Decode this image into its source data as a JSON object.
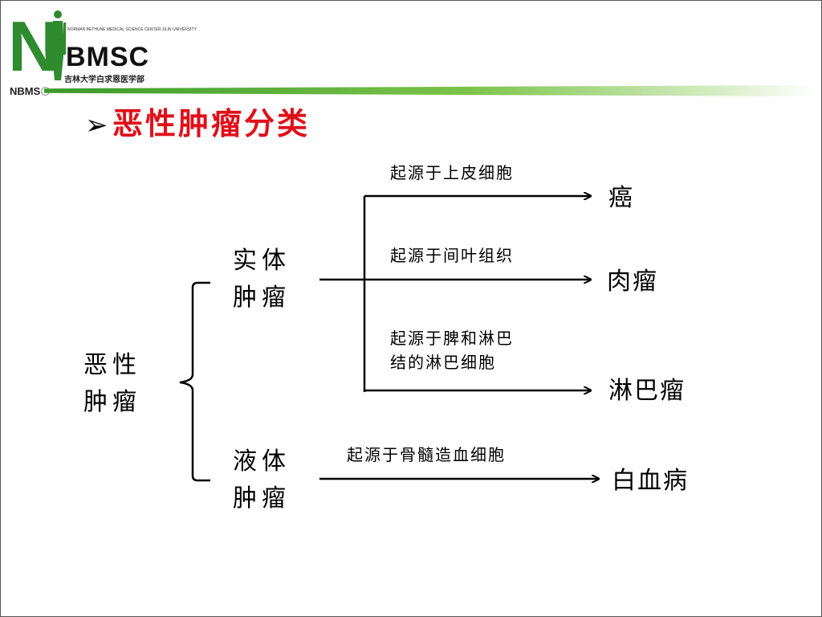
{
  "logo": {
    "letter": "N",
    "brand": "BMSC",
    "tiny_text": "NORMAN BETHUNE MEDICAL SCIENCE CENTER JILIN UNIVERSITY",
    "subtitle": "吉林大学白求恩医学部",
    "small": "NBMS"
  },
  "slide": {
    "bullet": "➢",
    "title": "恶性肿瘤分类"
  },
  "diagram": {
    "root": [
      "恶性",
      "肿瘤"
    ],
    "solid": [
      "实体",
      "肿瘤"
    ],
    "liquid": [
      "液体",
      "肿瘤"
    ],
    "edge_epithelium": "起源于上皮细胞",
    "edge_mesenchyme": "起源于间叶组织",
    "edge_lymph": [
      "起源于脾和淋巴",
      "结的淋巴细胞"
    ],
    "edge_marrow": "起源于骨髓造血细胞",
    "carcinoma": "癌",
    "sarcoma": "肉瘤",
    "lymphoma": "淋巴瘤",
    "leukemia": "白血病"
  },
  "colors": {
    "title": "#e0101a",
    "logo_green": "#2e8b2e"
  }
}
